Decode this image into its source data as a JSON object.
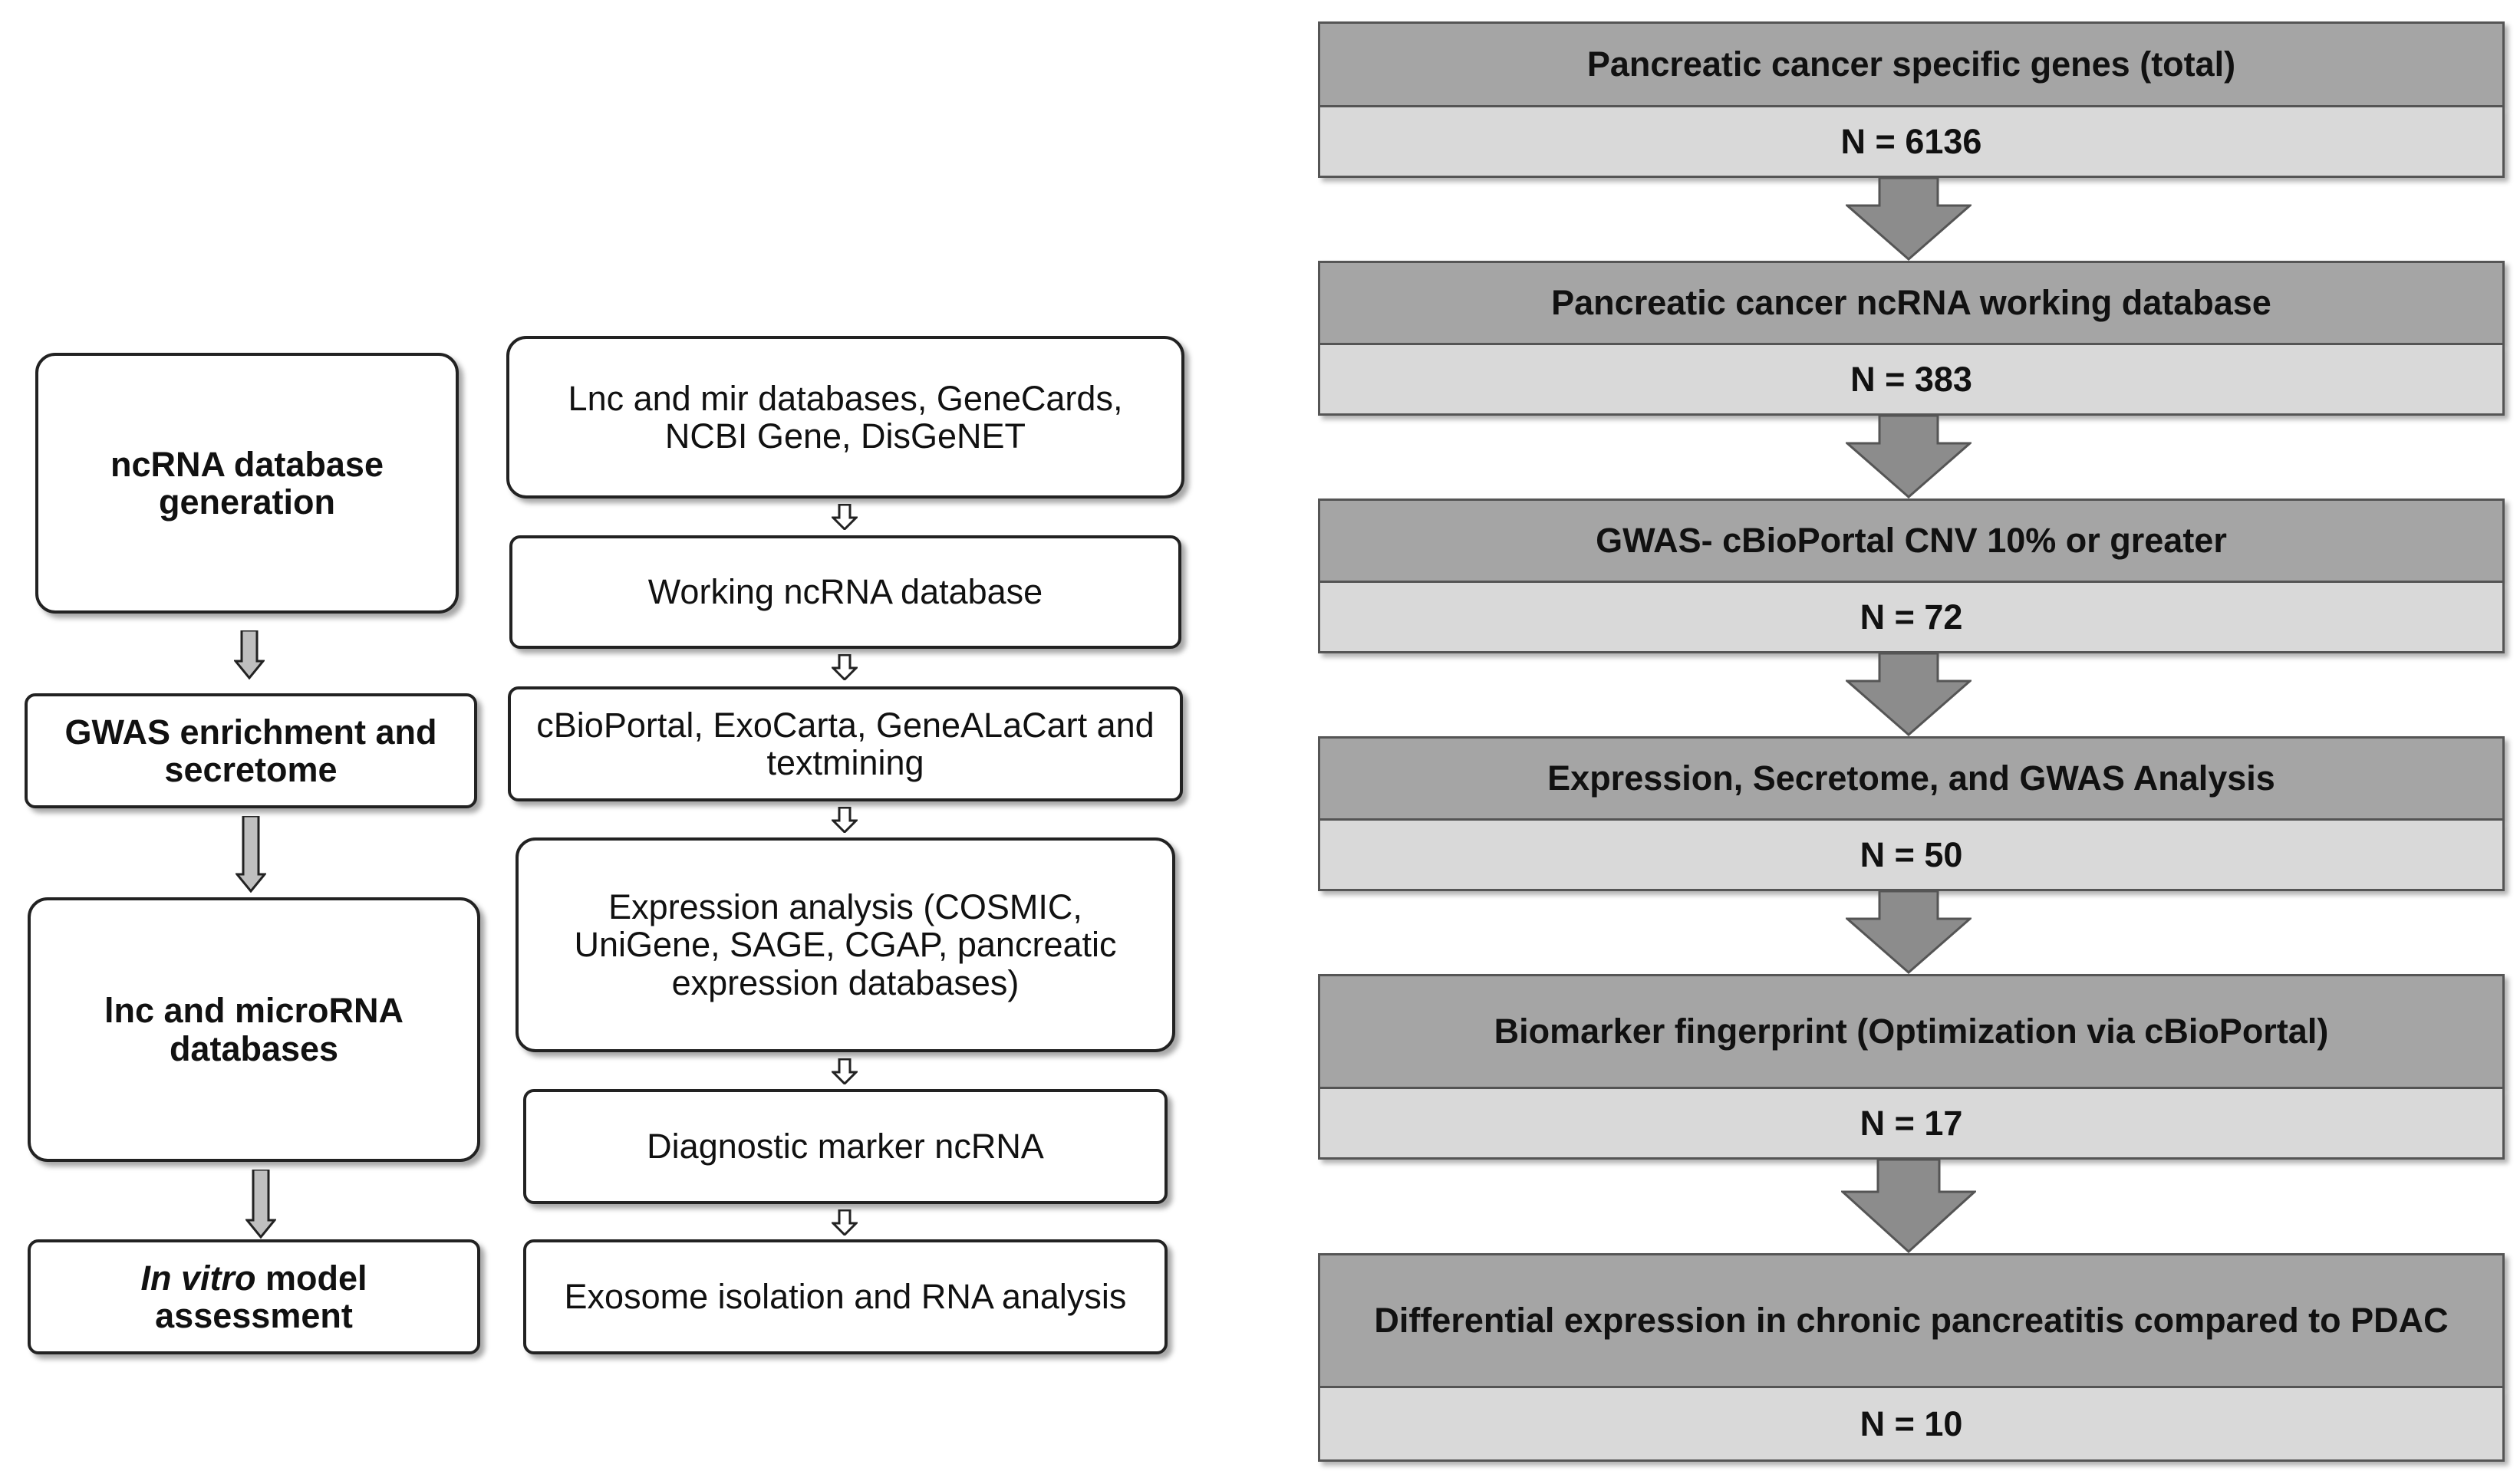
{
  "left": {
    "stages": [
      "ncRNA database generation",
      "GWAS enrichment and secretome",
      "lnc and microRNA databases",
      {
        "italic": "In vitro",
        "rest": " model assessment"
      }
    ],
    "steps": [
      "Lnc and mir databases, GeneCards, NCBI Gene, DisGeNET",
      "Working ncRNA database",
      "cBioPortal, ExoCarta, GeneALaCart and textmining",
      "Expression analysis (COSMIC, UniGene, SAGE, CGAP, pancreatic expression databases)",
      "Diagnostic marker ncRNA",
      "Exosome isolation and RNA analysis"
    ]
  },
  "right": {
    "rows": [
      {
        "title": "Pancreatic cancer specific genes (total)",
        "count": "N = 6136"
      },
      {
        "title": "Pancreatic cancer ncRNA working database",
        "count": "N = 383"
      },
      {
        "title": "GWAS- cBioPortal CNV 10% or greater",
        "count": "N = 72"
      },
      {
        "title": "Expression, Secretome, and GWAS Analysis",
        "count": "N = 50"
      },
      {
        "title": "Biomarker fingerprint (Optimization via cBioPortal)",
        "count": "N = 17"
      },
      {
        "title": "Differential expression in chronic pancreatitis compared to PDAC",
        "count": "N = 10"
      }
    ]
  },
  "colors": {
    "header_fill": "#a5a5a5",
    "count_fill": "#d9d9d9",
    "arrow_fill": "#8c8c8c"
  }
}
